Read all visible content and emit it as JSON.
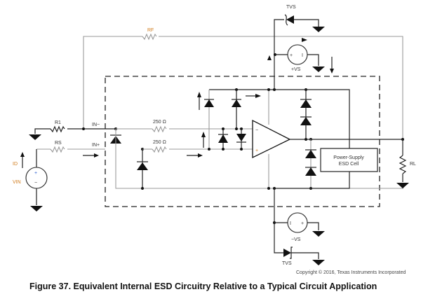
{
  "figure": {
    "caption": "Figure 37.  Equivalent Internal ESD Circuitry Relative to a Typical Circuit Application",
    "copyright": "Copyright © 2016, Texas Instruments Incorporated"
  },
  "labels": {
    "rf": "RF",
    "r1": "R1",
    "rs": "RS",
    "ri_top": "250 Ω",
    "ri_bottom": "250 Ω",
    "in_minus": "IN−",
    "in_plus": "IN+",
    "id": "ID",
    "vin": "VIN",
    "rl": "RL",
    "tvs_top": "TVS",
    "tvs_bottom": "TVS",
    "vs_pos": "+VS",
    "vs_neg": "−VS",
    "opamp_minus": "−",
    "opamp_plus": "+",
    "src_plus": "+",
    "src_minus": "−",
    "esd_cell_line1": "Power-Supply",
    "esd_cell_line2": "ESD Cell",
    "vsp_plus": "+",
    "vsp_i": "I",
    "vsn_i": "I",
    "vsn_plus": "+"
  }
}
